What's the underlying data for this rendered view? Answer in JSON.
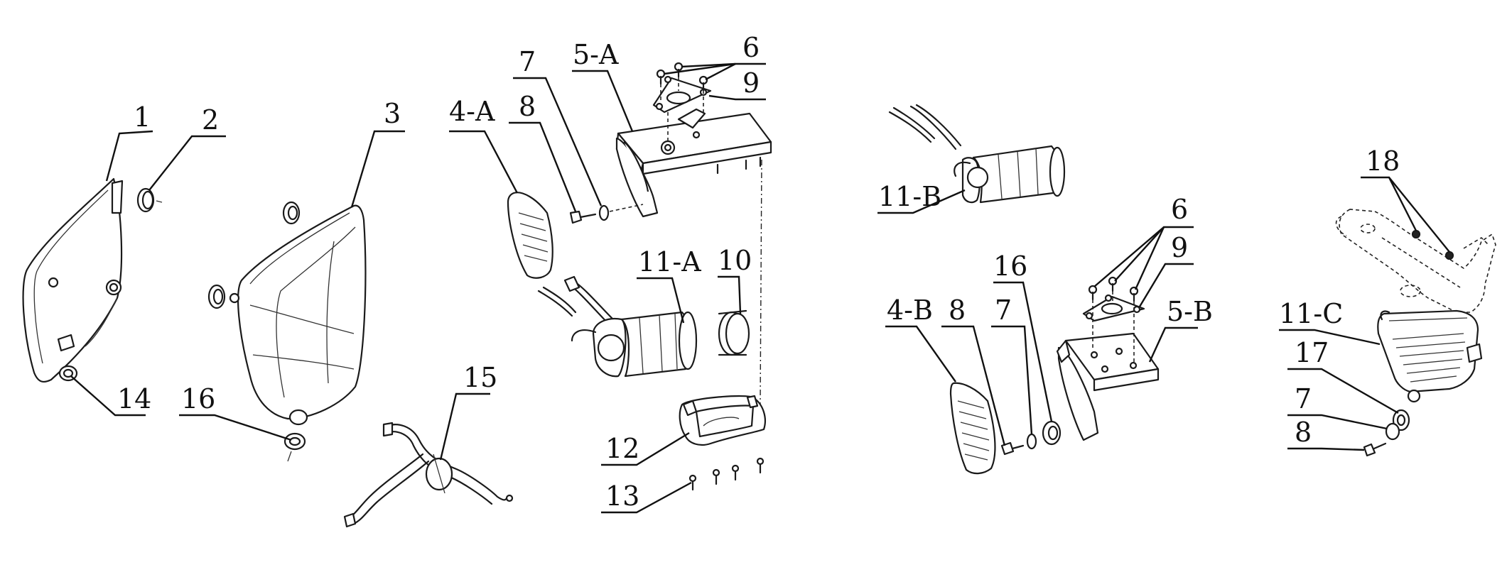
{
  "callouts": {
    "c1": "1",
    "c2": "2",
    "c3": "3",
    "c4a": "4-A",
    "c5a": "5-A",
    "c6a": "6",
    "c7a": "7",
    "c8a": "8",
    "c9a": "9",
    "c10": "10",
    "c11a": "11-A",
    "c12": "12",
    "c13": "13",
    "c14": "14",
    "c15": "15",
    "c16a": "16",
    "c11b": "11-B",
    "c4b": "4-B",
    "c8b": "8",
    "c7b": "7",
    "c16b": "16",
    "c6b": "6",
    "c9b": "9",
    "c5b": "5-B",
    "c18": "18",
    "c11c": "11-C",
    "c17": "17",
    "c7c": "7",
    "c8c": "8"
  }
}
